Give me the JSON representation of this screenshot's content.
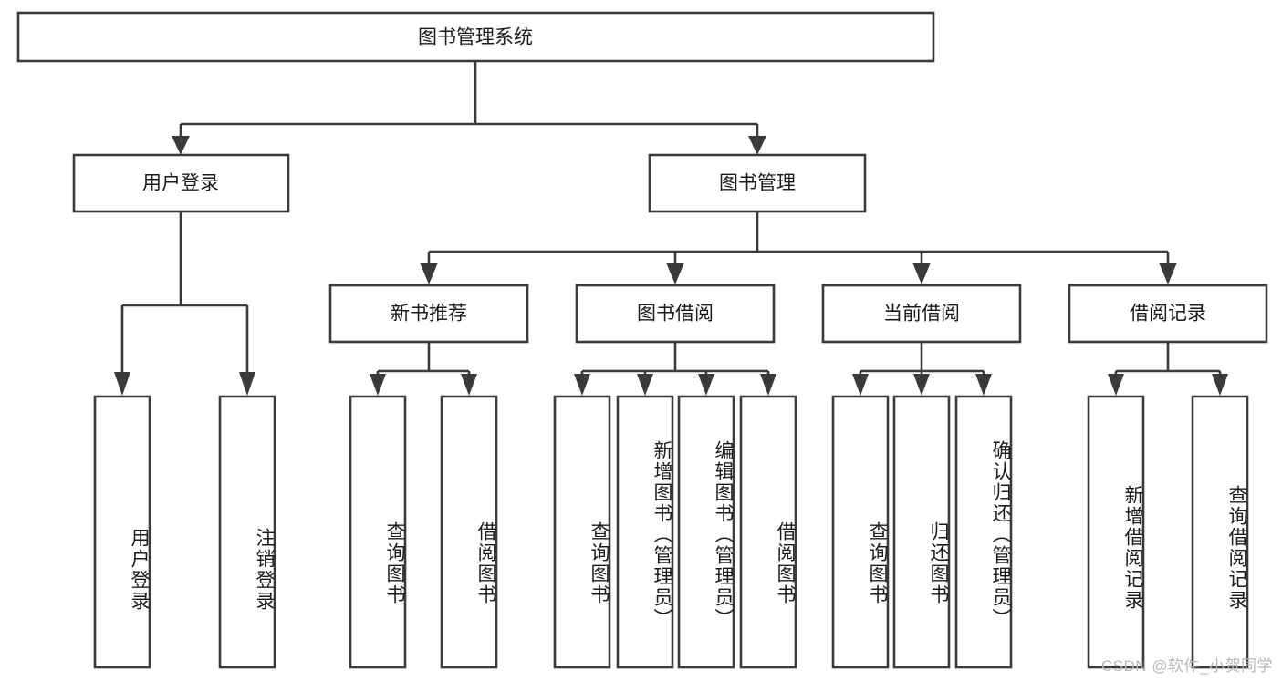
{
  "diagram": {
    "type": "tree",
    "title": "图书管理系统",
    "orientation": "top-down",
    "colors": {
      "box_stroke": "#3a3a3a",
      "box_fill": "#ffffff",
      "connector": "#3a3a3a",
      "text": "#1b1b1b",
      "watermark": "#b9b9b9",
      "background": "#ffffff"
    },
    "root": {
      "label": "图书管理系统"
    },
    "level2": [
      {
        "label": "用户登录"
      },
      {
        "label": "图书管理"
      }
    ],
    "level3": [
      {
        "label": "新书推荐"
      },
      {
        "label": "图书借阅"
      },
      {
        "label": "当前借阅"
      },
      {
        "label": "借阅记录"
      }
    ],
    "leaves": {
      "user_login": [
        {
          "label": "用户登录"
        },
        {
          "label": "注销登录"
        }
      ],
      "new_book_recommend": [
        {
          "label": "查询图书"
        },
        {
          "label": "借阅图书"
        }
      ],
      "book_borrow": [
        {
          "label": "查询图书"
        },
        {
          "label": "新增图书（管理员）"
        },
        {
          "label": "编辑图书（管理员）"
        },
        {
          "label": "借阅图书"
        }
      ],
      "current_borrow": [
        {
          "label": "查询图书"
        },
        {
          "label": "归还图书"
        },
        {
          "label": "确认归还（管理员）"
        }
      ],
      "borrow_record": [
        {
          "label": "新增借阅记录"
        },
        {
          "label": "查询借阅记录"
        }
      ]
    },
    "watermark": "CSDN @软件_小贺同学"
  }
}
